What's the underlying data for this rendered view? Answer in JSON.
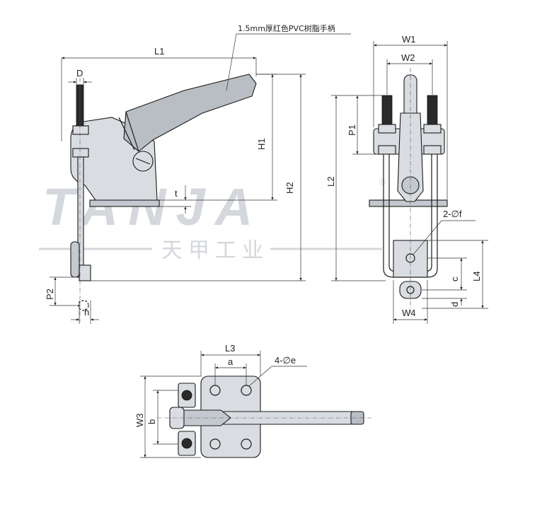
{
  "watermark": {
    "brand_latin": "TANJA",
    "brand_cn": "天甲工业",
    "registered_mark": "®"
  },
  "annotations": {
    "handle_note": "1.5mm厚红色PVC树脂手柄",
    "hole_2": "2-∅f",
    "hole_4": "4-∅e"
  },
  "dimensions": {
    "side_view": [
      "L1",
      "D",
      "H1",
      "H2",
      "t",
      "P2",
      "h"
    ],
    "front_view": [
      "W1",
      "W2",
      "P1",
      "L2",
      "c",
      "L4",
      "d",
      "W4"
    ],
    "top_view": [
      "L3",
      "a",
      "W3",
      "b"
    ]
  },
  "colors": {
    "line": "#1a1a1a",
    "metal": "#d9dde1",
    "watermark": "#d4d7db"
  }
}
